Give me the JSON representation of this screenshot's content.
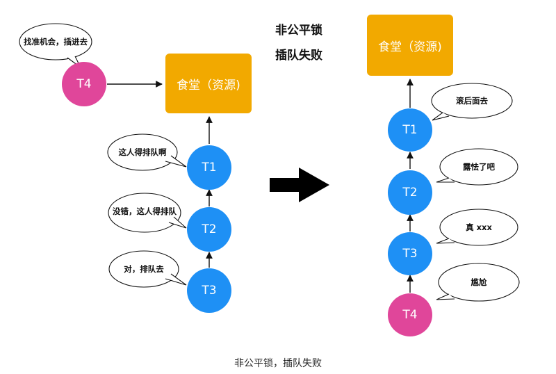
{
  "title_line1": "非公平锁",
  "title_line2": "插队失败",
  "resource_label": "食堂（资源)",
  "left": {
    "nodes": {
      "t4": "T4",
      "t1": "T1",
      "t2": "T2",
      "t3": "T3"
    },
    "bubbles": {
      "t4": "找准机会，插进去",
      "t1": "这人得排队啊",
      "t2": "没错，这人得排队",
      "t3": "对，排队去"
    }
  },
  "right": {
    "nodes": {
      "t1": "T1",
      "t2": "T2",
      "t3": "T3",
      "t4": "T4"
    },
    "bubbles": {
      "t1": "滚后面去",
      "t2": "露怯了吧",
      "t3": "真 xxx",
      "t4": "尴尬"
    }
  },
  "caption": "非公平锁，插队失败",
  "colors": {
    "resource": "#F2A900",
    "thread_blue": "#1E90F5",
    "thread_pink": "#E0469A"
  }
}
